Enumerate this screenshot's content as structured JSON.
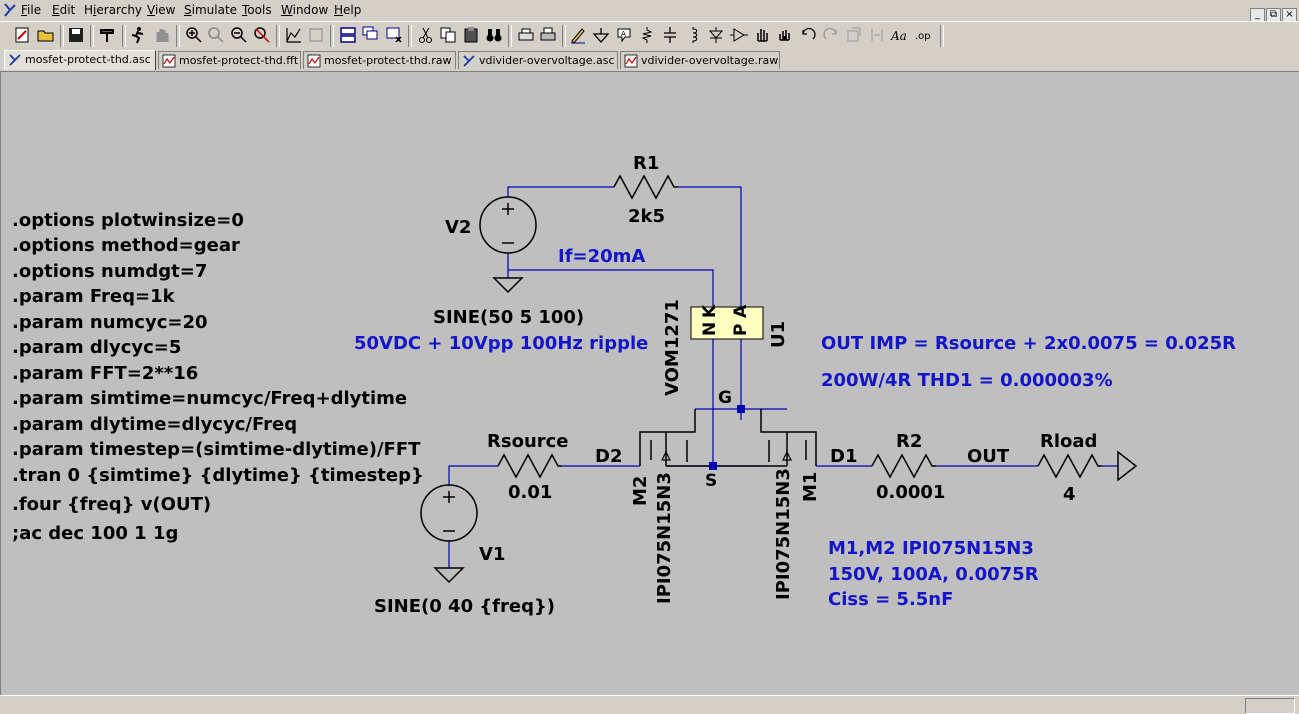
{
  "menubar": {
    "items": [
      {
        "label": "File",
        "key": "F"
      },
      {
        "label": "Edit",
        "key": "E"
      },
      {
        "label": "Hierarchy",
        "key": "i"
      },
      {
        "label": "View",
        "key": "V"
      },
      {
        "label": "Simulate",
        "key": "S"
      },
      {
        "label": "Tools",
        "key": "T"
      },
      {
        "label": "Window",
        "key": "W"
      },
      {
        "label": "Help",
        "key": "H"
      }
    ],
    "window_controls": [
      "_",
      "⧉",
      "×"
    ]
  },
  "tabs": [
    {
      "label": "mosfet-protect-thd.asc",
      "type": "schematic",
      "active": true
    },
    {
      "label": "mosfet-protect-thd.fft",
      "type": "waveform",
      "active": false
    },
    {
      "label": "mosfet-protect-thd.raw",
      "type": "waveform",
      "active": false
    },
    {
      "label": "vdivider-overvoltage.asc",
      "type": "schematic",
      "active": false
    },
    {
      "label": "vdivider-overvoltage.raw",
      "type": "waveform",
      "active": false
    }
  ],
  "directives": [
    ".options plotwinsize=0",
    ".options method=gear",
    ".options numdgt=7",
    ".param Freq=1k",
    ".param numcyc=20",
    ".param dlycyc=5",
    ".param FFT=2**16",
    ".param simtime=numcyc/Freq+dlytime",
    ".param dlytime=dlycyc/Freq",
    ".param timestep=(simtime-dlytime)/FFT",
    ".tran 0 {simtime} {dlytime} {timestep}",
    ".four {freq} v(OUT)",
    ";ac dec 100 1 1g"
  ],
  "components": {
    "r1": {
      "name": "R1",
      "value": "2k5"
    },
    "v2": {
      "name": "V2",
      "value": "SINE(50 5 100)"
    },
    "v2_note": "50VDC + 10Vpp 100Hz ripple",
    "if_label": "If=20mA",
    "u1": {
      "name": "U1",
      "part": "VOM1271",
      "pins": [
        "N",
        "K",
        "P",
        "A"
      ],
      "gate": "G",
      "source": "S"
    },
    "rsource": {
      "name": "Rsource",
      "value": "0.01"
    },
    "d2": "D2",
    "d1": "D1",
    "m2": {
      "name": "M2",
      "part": "IPI075N15N3"
    },
    "m1": {
      "name": "M1",
      "part": "IPI075N15N3"
    },
    "r2": {
      "name": "R2",
      "value": "0.0001"
    },
    "out": "OUT",
    "rload": {
      "name": "Rload",
      "value": "4"
    },
    "v1": {
      "name": "V1",
      "value": "SINE(0 40 {freq})"
    }
  },
  "notes": {
    "out_imp": "OUT IMP = Rsource + 2x0.0075 = 0.025R",
    "thd": "200W/4R THD1 = 0.000003%",
    "mosfet": [
      "M1,M2 IPI075N15N3",
      "150V, 100A, 0.0075R",
      "Ciss = 5.5nF"
    ]
  },
  "colors": {
    "canvas": "#bfbfbf",
    "wire": "#0000b4",
    "note": "#1414c8",
    "component": "#000000",
    "u1_body": "#ffffc0"
  }
}
